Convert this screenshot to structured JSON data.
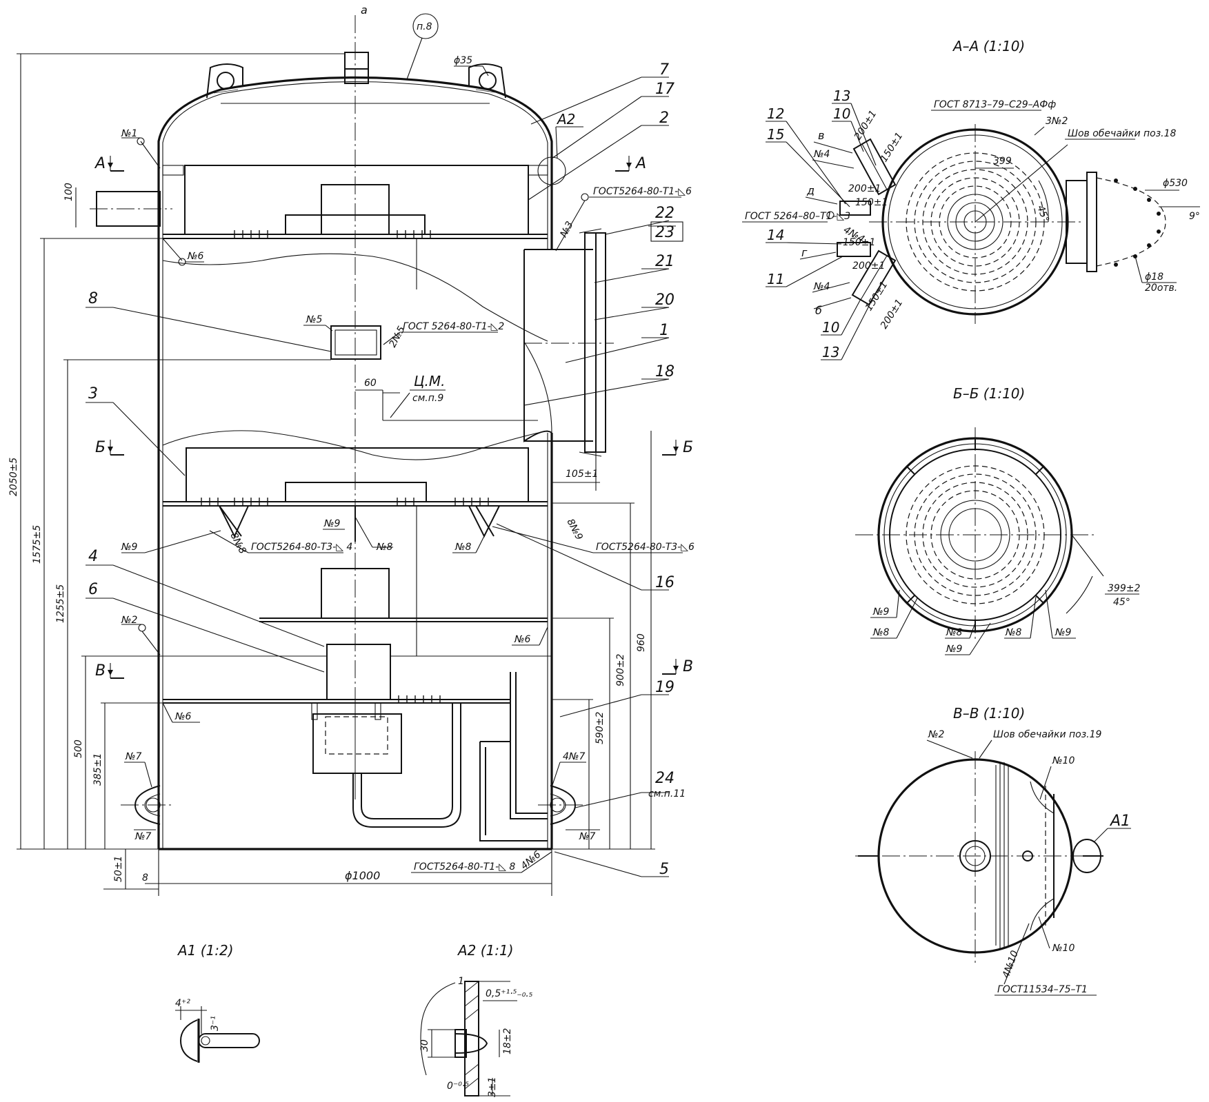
{
  "main_view": {
    "axis_label": "а",
    "note_ref": "п.8",
    "positions": [
      "7",
      "17",
      "2",
      "22",
      "23",
      "21",
      "20",
      "1",
      "18",
      "16",
      "19",
      "24",
      "5",
      "8",
      "3",
      "4",
      "6"
    ],
    "pos24_note": "см.п.11",
    "weld_marks": {
      "n1": "№1",
      "n2": "№2",
      "n3": "№3",
      "n5": "№5",
      "n5x2": "2№5",
      "n6": "№6",
      "n6a": "№6",
      "n6b": "№6",
      "n6x4": "4№6",
      "n7a": "№7",
      "n7b": "№7",
      "n7c": "№7",
      "n7x4": "4№7",
      "n8a": "№8",
      "n8b": "№8",
      "n8c": "8№8",
      "n9a": "№9",
      "n9b": "№9",
      "n9c": "8№9"
    },
    "gost_notes": {
      "g1": "ГОСТ5264-80-Т1-◺6",
      "g2": "ГОСТ 5264-80-Т1-◺2",
      "g3": "ГОСТ5264-80-Т3-◺ 4",
      "g4": "ГОСТ5264-80-Т3-◺6",
      "g5": "ГОСТ5264-80-Т1-◺ 8"
    },
    "center_mass": "Ц.М.",
    "center_mass_note": "см.п.9",
    "detail_A2": "А2",
    "section_marks": {
      "a": "А",
      "b": "Б",
      "v": "В"
    },
    "dimensions": {
      "d35": "ϕ35",
      "d100": "100",
      "d60": "60",
      "d105": "105±1",
      "d2050": "2050±5",
      "d1575": "1575±5",
      "d1255": "1255±5",
      "d500": "500",
      "d385": "385±1",
      "d50": "50±1",
      "d8": "8",
      "d1000": "ϕ1000",
      "d960": "960",
      "d900": "900±2",
      "d590": "590±2"
    }
  },
  "section_AA": {
    "title": "А–А (1:10)",
    "gost": "ГОСТ 8713–79–С29–АФф",
    "weld3": "3№2",
    "shell_seam": "Шов обечайки поз.18",
    "pos": [
      "13",
      "10",
      "12",
      "15",
      "14",
      "11",
      "10",
      "13"
    ],
    "letters": [
      "в",
      "д",
      "г",
      "б"
    ],
    "gost2": "ГОСТ 5264–80–Т1–◺3",
    "n4a": "№4",
    "n4b": "4№4",
    "n4c": "№4",
    "dims": [
      "200±1",
      "150±1",
      "200±1",
      "150±1",
      "150±1",
      "200±1",
      "150±1",
      "200±1"
    ],
    "arc": "399",
    "angle45": "45°",
    "d530": "ϕ530",
    "angle9": "9°",
    "holes": "ϕ18",
    "holes_count": "20отв."
  },
  "section_BB": {
    "title": "Б–Б (1:10)",
    "n9a": "№9",
    "n8a": "№8",
    "n8b": "№8",
    "n9b": "№9",
    "n8c": "№8",
    "n9c": "№9",
    "arc": "399±2",
    "angle": "45°"
  },
  "section_VV": {
    "title": "В–В (1:10)",
    "n2": "№2",
    "shell_seam": "Шов обечайки поз.19",
    "n10a": "№10",
    "n10b": "№10",
    "n10x4": "4№10",
    "gost": "ГОСТ11534–75–Т1",
    "detail": "А1"
  },
  "detail_A1": {
    "title": "А1 (1:2)",
    "d1": "4⁺²",
    "d2": "3⁻¹"
  },
  "detail_A2": {
    "title": "А2 (1:1)",
    "d1": "1",
    "d2": "0,5⁺¹·⁵₋₀.₅",
    "d3": "30",
    "d4": "18±2",
    "d5": "3±1",
    "d6": "0⁻⁰·⁵"
  }
}
